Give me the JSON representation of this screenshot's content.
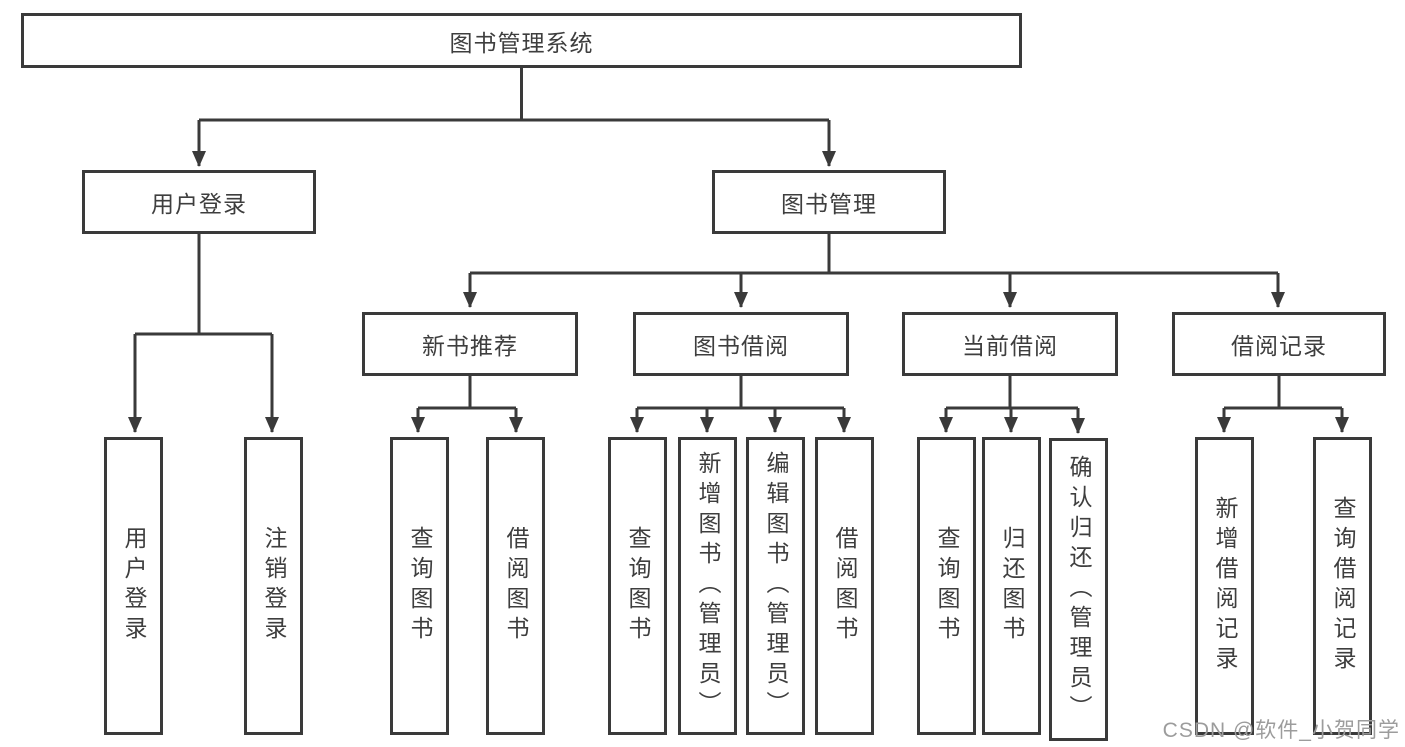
{
  "diagram": {
    "root": "图书管理系统",
    "user_login": {
      "label": "用户登录",
      "children": [
        "用户登录",
        "注销登录"
      ]
    },
    "book_mgmt": {
      "label": "图书管理",
      "sections": [
        {
          "label": "新书推荐",
          "children": [
            "查询图书",
            "借阅图书"
          ]
        },
        {
          "label": "图书借阅",
          "children": [
            "查询图书",
            "新增图书（管理员）",
            "编辑图书（管理员）",
            "借阅图书"
          ]
        },
        {
          "label": "当前借阅",
          "children": [
            "查询图书",
            "归还图书",
            "确认归还（管理员）"
          ]
        },
        {
          "label": "借阅记录",
          "children": [
            "新增借阅记录",
            "查询借阅记录"
          ]
        }
      ]
    }
  },
  "watermark": "CSDN @软件_小贺同学",
  "colors": {
    "line": "#3a3a3a",
    "text": "#3e3e3e",
    "watermark_text": "#9c9c9c",
    "background": "#ffffff"
  }
}
